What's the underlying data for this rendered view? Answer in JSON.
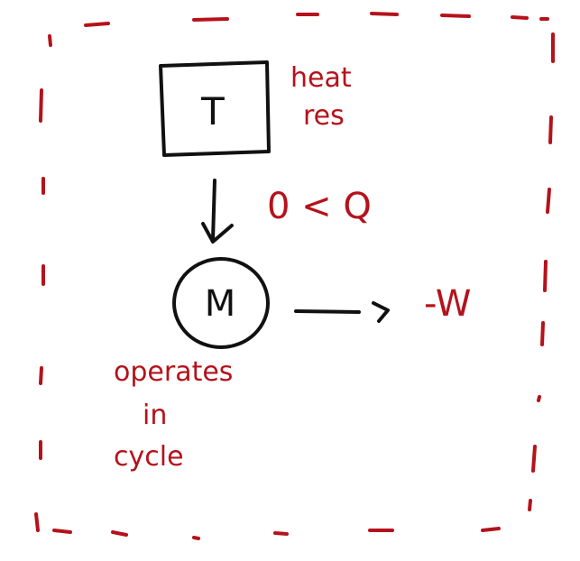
{
  "diagram": {
    "reservoir": {
      "symbol": "T",
      "note_line1": "heat",
      "note_line2": "res"
    },
    "machine": {
      "symbol": "M",
      "note_line1": "operates",
      "note_line2": "in",
      "note_line3": "cycle"
    },
    "heat_label": "0 < Q",
    "work_label": "-W",
    "colors": {
      "ink": "#111111",
      "accent": "#b5121b"
    }
  }
}
